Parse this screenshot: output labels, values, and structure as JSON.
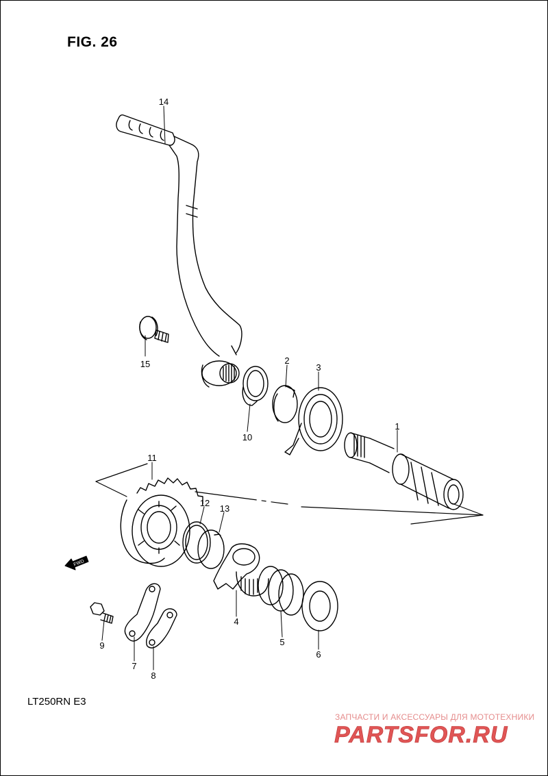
{
  "figure": {
    "title": "FIG. 26",
    "model": "LT250RN  E3"
  },
  "parts": [
    {
      "num": "1"
    },
    {
      "num": "2"
    },
    {
      "num": "3"
    },
    {
      "num": "4"
    },
    {
      "num": "5"
    },
    {
      "num": "6"
    },
    {
      "num": "7"
    },
    {
      "num": "8"
    },
    {
      "num": "9"
    },
    {
      "num": "10"
    },
    {
      "num": "11"
    },
    {
      "num": "12"
    },
    {
      "num": "13"
    },
    {
      "num": "14"
    },
    {
      "num": "15"
    }
  ],
  "fwd_arrow": {
    "text": "FWD"
  },
  "watermark": {
    "tagline": "ЗАПЧАСТИ И АКСЕССУАРЫ ДЛЯ МОТОТЕХНИКИ",
    "logo": "PARTSFOR.RU",
    "color": "#e05555"
  }
}
